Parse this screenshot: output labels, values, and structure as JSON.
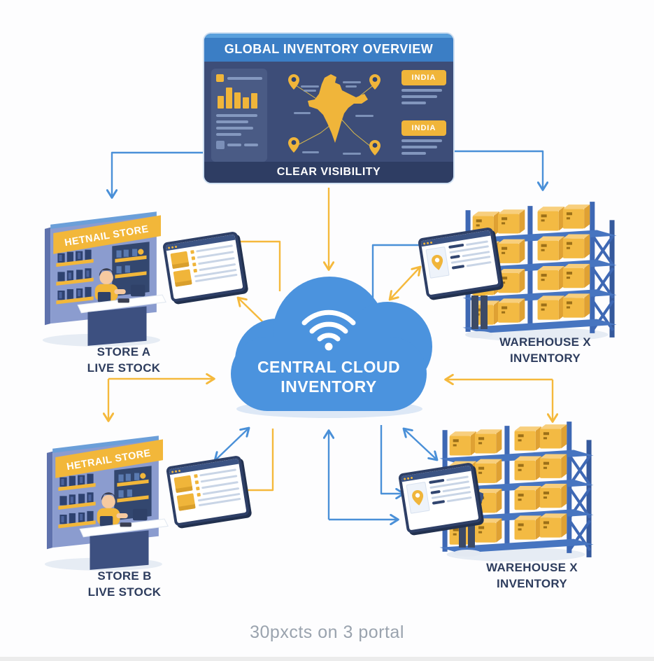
{
  "dashboard": {
    "title": "GLOBAL INVENTORY OVERVIEW",
    "footer": "CLEAR VISIBILITY",
    "region_badge_1": "INDIA",
    "region_badge_2": "INDIA",
    "stats_bars": [
      18,
      30,
      23,
      16,
      22
    ]
  },
  "cloud": {
    "title_line1": "CENTRAL CLOUD",
    "title_line2": "INVENTORY"
  },
  "store_a": {
    "banner": "HETNAIL STORE",
    "label_line1": "STORE A",
    "label_line2": "LIVE STOCK"
  },
  "store_b": {
    "banner": "HETRAIL STORE",
    "label_line1": "STORE B",
    "label_line2": "LIVE STOCK"
  },
  "warehouse_top": {
    "label_line1": "WAREHOUSE X",
    "label_line2": "INVENTORY"
  },
  "warehouse_bottom": {
    "label_line1": "WAREHOUSE X",
    "label_line2": "INVENTORY"
  },
  "caption": "30pxcts on 3 portal",
  "colors": {
    "arrow_blue": "#4a90d8",
    "arrow_yellow": "#f5b93c",
    "cloud_blue": "#4b93de",
    "dashboard_navy": "#3d4d78",
    "dashboard_header_blue": "#3b7ec5",
    "accent_yellow": "#f0b53a",
    "label_text": "#2e3d5e"
  }
}
